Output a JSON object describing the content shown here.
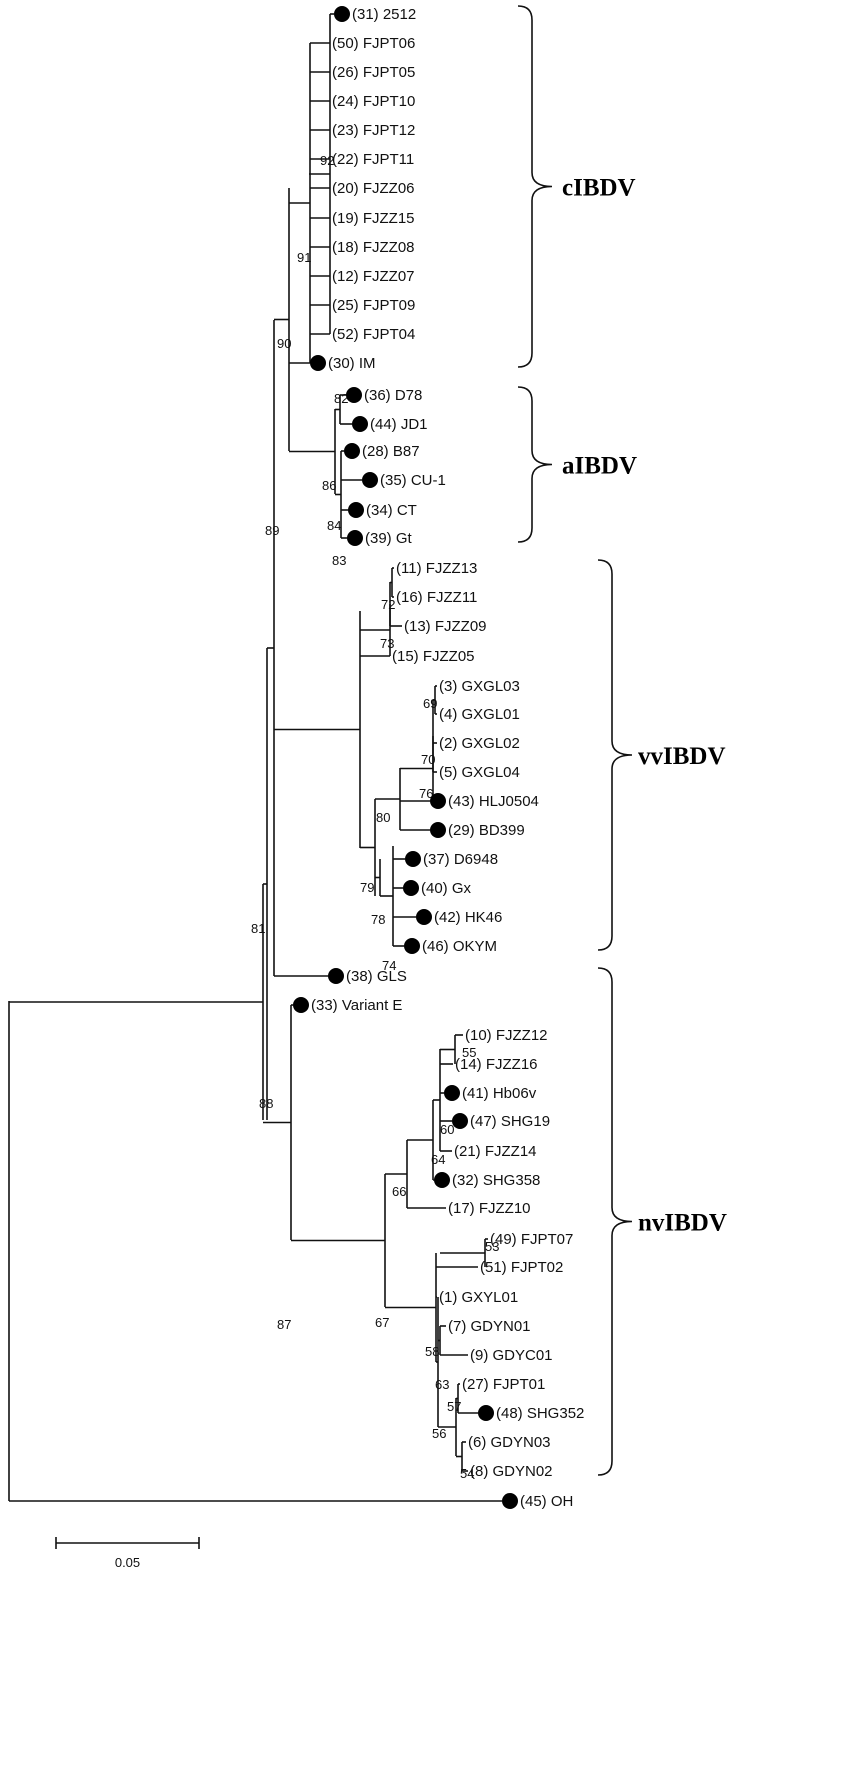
{
  "ref_color": "#000000",
  "leaves": [
    {
      "id": "L31",
      "label": "(31) 2512",
      "marker": true
    },
    {
      "id": "L50",
      "label": "(50) FJPT06",
      "marker": false
    },
    {
      "id": "L26",
      "label": "(26) FJPT05",
      "marker": false
    },
    {
      "id": "L24",
      "label": "(24) FJPT10",
      "marker": false
    },
    {
      "id": "L23",
      "label": "(23) FJPT12",
      "marker": false
    },
    {
      "id": "L22",
      "label": "(22) FJPT11",
      "marker": false
    },
    {
      "id": "L20",
      "label": "(20) FJZZ06",
      "marker": false
    },
    {
      "id": "L19",
      "label": "(19) FJZZ15",
      "marker": false
    },
    {
      "id": "L18",
      "label": "(18) FJZZ08",
      "marker": false
    },
    {
      "id": "L12",
      "label": "(12) FJZZ07",
      "marker": false
    },
    {
      "id": "L25",
      "label": "(25) FJPT09",
      "marker": false
    },
    {
      "id": "L52",
      "label": "(52) FJPT04",
      "marker": false
    },
    {
      "id": "L30",
      "label": "(30) IM",
      "marker": true
    },
    {
      "id": "L36",
      "label": "(36) D78",
      "marker": true
    },
    {
      "id": "L44",
      "label": "(44) JD1",
      "marker": true
    },
    {
      "id": "L28",
      "label": "(28) B87",
      "marker": true
    },
    {
      "id": "L35",
      "label": "(35) CU-1",
      "marker": true
    },
    {
      "id": "L34",
      "label": "(34) CT",
      "marker": true
    },
    {
      "id": "L39",
      "label": "(39) Gt",
      "marker": true
    },
    {
      "id": "L11",
      "label": "(11) FJZZ13",
      "marker": false
    },
    {
      "id": "L16",
      "label": "(16) FJZZ11",
      "marker": false
    },
    {
      "id": "L13",
      "label": "(13) FJZZ09",
      "marker": false
    },
    {
      "id": "L15",
      "label": "(15) FJZZ05",
      "marker": false
    },
    {
      "id": "L3",
      "label": "(3) GXGL03",
      "marker": false
    },
    {
      "id": "L4",
      "label": "(4) GXGL01",
      "marker": false
    },
    {
      "id": "L2",
      "label": "(2) GXGL02",
      "marker": false
    },
    {
      "id": "L5",
      "label": "(5) GXGL04",
      "marker": false
    },
    {
      "id": "L43",
      "label": "(43) HLJ0504",
      "marker": true
    },
    {
      "id": "L29",
      "label": "(29) BD399",
      "marker": true
    },
    {
      "id": "L37",
      "label": "(37) D6948",
      "marker": true
    },
    {
      "id": "L40",
      "label": "(40) Gx",
      "marker": true
    },
    {
      "id": "L42",
      "label": "(42) HK46",
      "marker": true
    },
    {
      "id": "L46",
      "label": "(46) OKYM",
      "marker": true
    },
    {
      "id": "L38",
      "label": "(38) GLS",
      "marker": true
    },
    {
      "id": "L33",
      "label": "(33) Variant E",
      "marker": true
    },
    {
      "id": "L10",
      "label": "(10) FJZZ12",
      "marker": false
    },
    {
      "id": "L14",
      "label": "(14) FJZZ16",
      "marker": false
    },
    {
      "id": "L41",
      "label": "(41) Hb06v",
      "marker": true
    },
    {
      "id": "L47",
      "label": "(47) SHG19",
      "marker": true
    },
    {
      "id": "L21",
      "label": "(21) FJZZ14",
      "marker": false
    },
    {
      "id": "L32",
      "label": "(32) SHG358",
      "marker": true
    },
    {
      "id": "L17",
      "label": "(17) FJZZ10",
      "marker": false
    },
    {
      "id": "L49",
      "label": "(49) FJPT07",
      "marker": false
    },
    {
      "id": "L51",
      "label": "(51) FJPT02",
      "marker": false
    },
    {
      "id": "L1",
      "label": "(1) GXYL01",
      "marker": false
    },
    {
      "id": "L7",
      "label": "(7) GDYN01",
      "marker": false
    },
    {
      "id": "L9",
      "label": "(9) GDYC01",
      "marker": false
    },
    {
      "id": "L27",
      "label": "(27) FJPT01",
      "marker": false
    },
    {
      "id": "L48",
      "label": "(48) SHG352",
      "marker": true
    },
    {
      "id": "L6",
      "label": "(6) GDYN03",
      "marker": false
    },
    {
      "id": "L8",
      "label": "(8) GDYN02",
      "marker": false
    },
    {
      "id": "L45",
      "label": "(45) OH",
      "marker": true
    }
  ],
  "support_values": [
    "92",
    "91",
    "90",
    "82",
    "86",
    "84",
    "83",
    "89",
    "72",
    "73",
    "69",
    "70",
    "76",
    "80",
    "79",
    "78",
    "74",
    "88",
    "81",
    "55",
    "60",
    "64",
    "66",
    "53",
    "58",
    "57",
    "56",
    "54",
    "63",
    "67",
    "87"
  ],
  "clades": [
    {
      "label": "cIBDV",
      "first_leaf": "L31",
      "last_leaf": "L30"
    },
    {
      "label": "aIBDV",
      "first_leaf": "L36",
      "last_leaf": "L39"
    },
    {
      "label": "vvIBDV",
      "first_leaf": "L11",
      "last_leaf": "L46"
    },
    {
      "label": "nvIBDV",
      "first_leaf": "L38",
      "last_leaf": "L8"
    }
  ],
  "scale_bar": {
    "label": "0.05",
    "length": 0.05
  }
}
